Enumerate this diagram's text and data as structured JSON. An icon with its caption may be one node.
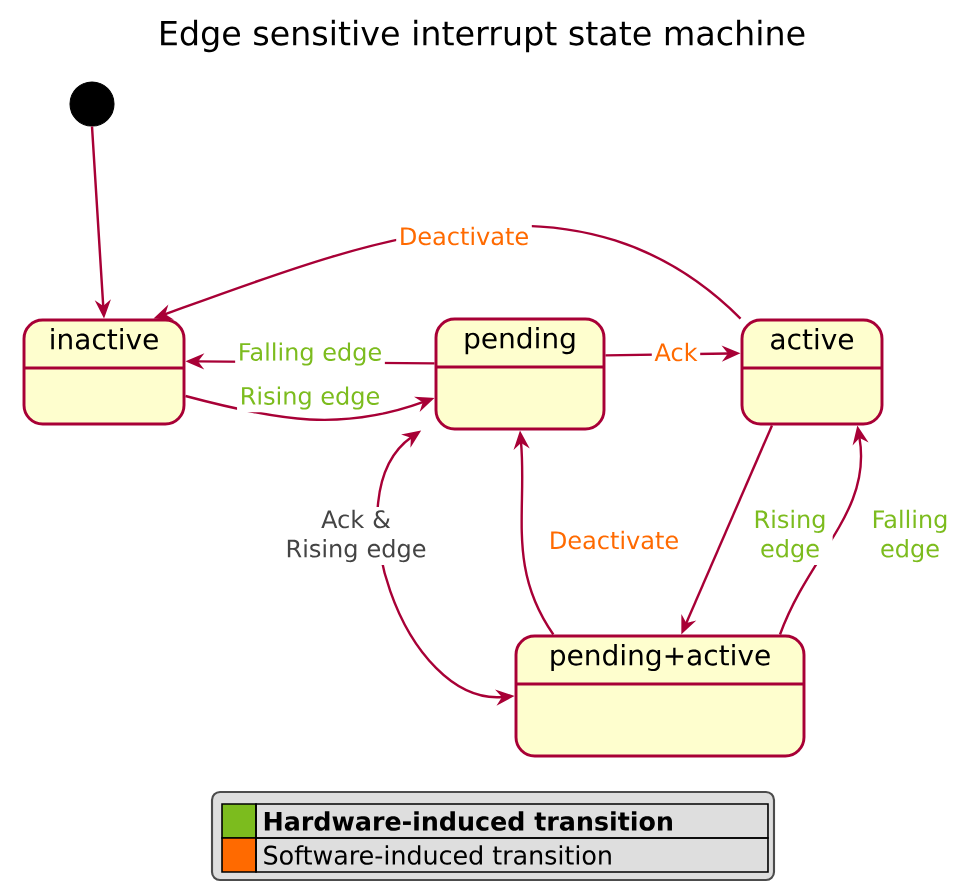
{
  "diagram": {
    "title": "Edge sensitive interrupt state machine",
    "nodes": [
      {
        "text": [],
        "shape": "circle"
      },
      {
        "text": [
          "inactive"
        ]
      },
      {
        "text": [
          "pending"
        ]
      },
      {
        "text": [
          "active"
        ]
      },
      {
        "text": [
          "pending+active"
        ]
      }
    ],
    "edges": [
      {
        "from": 0,
        "to": 1,
        "arrow": "to"
      },
      {
        "from": 3,
        "to": 1,
        "arrow": "to",
        "label": "Deactivate"
      },
      {
        "from": 2,
        "to": 1,
        "arrow": "to",
        "label": "Falling edge"
      },
      {
        "from": 1,
        "to": 2,
        "arrow": "to",
        "label": "Rising edge"
      },
      {
        "from": 2,
        "to": 3,
        "arrow": "to",
        "label": "Ack"
      },
      {
        "from": 2,
        "to": 4,
        "arrow": "both",
        "label": "Ack & Rising edge"
      },
      {
        "from": 4,
        "to": 2,
        "arrow": "to",
        "label": "Deactivate"
      },
      {
        "from": 3,
        "to": 4,
        "arrow": "to",
        "label": "Rising edge"
      },
      {
        "from": 4,
        "to": 3,
        "arrow": "to",
        "label": "Falling edge"
      }
    ],
    "legend": [
      {
        "text": "Hardware-induced transition",
        "color": "#7cbc1e"
      },
      {
        "text": "Software-induced transition",
        "color": "#ff6a00"
      }
    ]
  }
}
